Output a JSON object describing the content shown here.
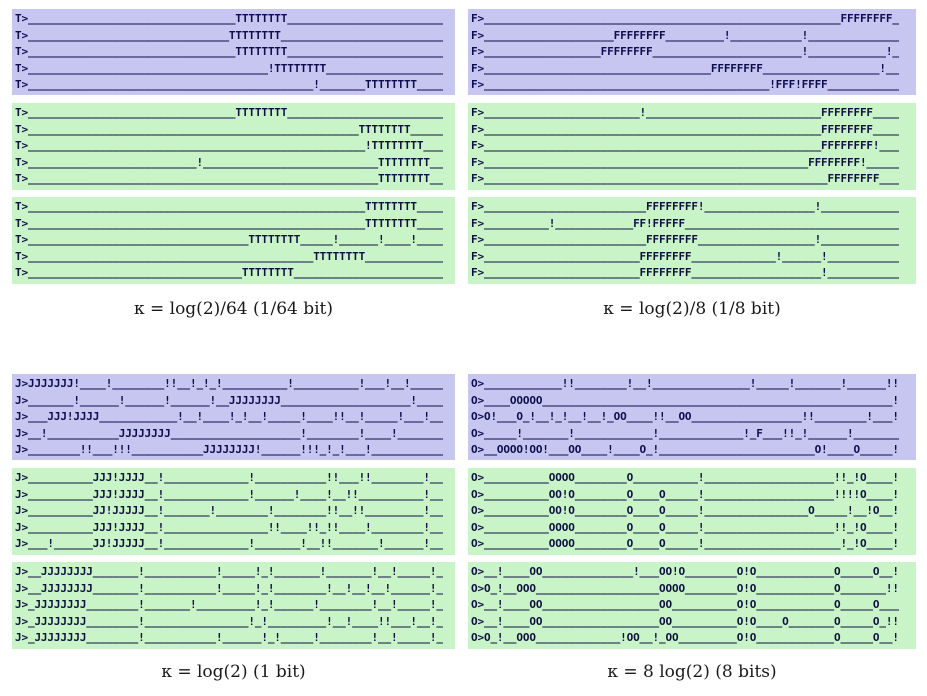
{
  "colors": {
    "purple_block_bg": "#c6c6f1",
    "green_block_bg": "#c8f4c8",
    "text": "#0d0d4e",
    "page_bg": "#ffffff"
  },
  "panels": [
    {
      "caption": "κ = log(2)/64 (1/64 bit)",
      "blocks": [
        {
          "tint": "purple",
          "lines": [
            "T>________________________________TTTTTTTT________________________",
            "T>_______________________________TTTTTTTT_________________________",
            "T>________________________________TTTTTTTT________________________",
            "T>_____________________________________!TTTTTTTT__________________",
            "T>____________________________________________!_______TTTTTTTT____"
          ]
        },
        {
          "tint": "green",
          "lines": [
            "T>________________________________TTTTTTTT________________________",
            "T>___________________________________________________TTTTTTTT_____",
            "T>____________________________________________________!TTTTTTTT___",
            "T>__________________________!___________________________TTTTTTTT__",
            "T>______________________________________________________TTTTTTTT__"
          ]
        },
        {
          "tint": "green",
          "lines": [
            "T>____________________________________________________TTTTTTTT____",
            "T>____________________________________________________TTTTTTTT____",
            "T>__________________________________TTTTTTTT_____!______!____!____",
            "T>____________________________________________TTTTTTTT____________",
            "T>_________________________________TTTTTTTT_______________________"
          ]
        }
      ]
    },
    {
      "caption": "κ = log(2)/8 (1/8 bit)",
      "blocks": [
        {
          "tint": "purple",
          "lines": [
            "F>_______________________________________________________FFFFFFFF_",
            "F>____________________FFFFFFFF_________!___________!______________",
            "F>__________________FFFFFFFF_______________________!____________!_",
            "F>___________________________________FFFFFFFF__________________!__",
            "F>____________________________________________!FFF!FFFF___________"
          ]
        },
        {
          "tint": "green",
          "lines": [
            "F>________________________!___________________________FFFFFFFF____",
            "F>____________________________________________________FFFFFFFF____",
            "F>____________________________________________________FFFFFFFF!___",
            "F>__________________________________________________FFFFFFFF!_____",
            "F>_____________________________________________________FFFFFFFF___"
          ]
        },
        {
          "tint": "green",
          "lines": [
            "F>_________________________FFFFFFFF!_________________!____________",
            "F>__________!____________FF!FFFFF_________________________________",
            "F>_________________________FFFFFFFF__________________!____________",
            "F>________________________FFFFFFFF_____________!______!___________",
            "F>________________________FFFFFFFF____________________!___________"
          ]
        }
      ]
    },
    {
      "caption": "κ = log(2) (1 bit)",
      "blocks": [
        {
          "tint": "purple",
          "lines": [
            "J>JJJJJJJ!____!________!!__!_!_!__________!__________!___!__!_____",
            "J>_______!______!______!______!__JJJJJJJJ____________________!____",
            "J>___JJJ!JJJJ____________!__!____!_!__!_____!____!!__!_____!___!__",
            "J>__!___________JJJJJJJJ____________________!________!____!_______",
            "J>________!!___!!!___________JJJJJJJJ!______!!!_!_!___!___________"
          ]
        },
        {
          "tint": "green",
          "lines": [
            "J>__________JJJ!JJJJ__!_____________!___________!!___!!________!__",
            "J>__________JJJ!JJJJ__!_____________!______!____!__!!__________!__",
            "J>__________JJ!JJJJJ__!_______!________!________!!__!!_________!__",
            "J>__________JJJ!JJJJ__!________________!!____!!_!!____!________!__",
            "J>___!______JJ!JJJJJ__!_____________!_______!__!!_______!______!__"
          ]
        },
        {
          "tint": "green",
          "lines": [
            "J>__JJJJJJJJ_______!___________!_____!_!_______!_______!__!_____!_",
            "J>__JJJJJJJJ_______!___________!_____!_!________!__!__!__!______!_",
            "J>_JJJJJJJJ________!_______!_________!_!______!________!__!_____!_",
            "J>_JJJJJJJJ________!________________!_!_________!__!____!!___!__!_",
            "J>_JJJJJJJJ________!___________!______!_!_____!________!__!_____!_"
          ]
        }
      ]
    },
    {
      "caption": "κ = 8 log(2) (8 bits)",
      "blocks": [
        {
          "tint": "purple",
          "lines": [
            "O>____________!!________!__!_______________!_____!_______!______!!",
            "O>____OOOOO______________________________________________________!",
            "O>O!___O_!__!_!__!__!_OO____!!__OO_________________!!________!___!",
            "O>_____!_______!____________!_____________!_F___!!_!______!_______",
            "O>__OOOO!OO!___OO____!____O_!________________________O!____O_____!"
          ]
        },
        {
          "tint": "green",
          "lines": [
            "O>__________OOOO________O__________!____________________!!_!O____!",
            "O>__________OO!O________O____O_____!____________________!!!!O____!",
            "O>__________OO!O________O____O_____!________________O_____!__!O__!",
            "O>__________OOOO________O____O_____!____________________!!_!O____!",
            "O>__________OOOO________O____O_____!_____________________!_!O____!"
          ]
        },
        {
          "tint": "green",
          "lines": [
            "O>__!____OO______________!___OO!O________O!O____________O_____O__!",
            "O>O_!__OOO___________________OOOO________O!O____________O_______!!",
            "O>__!____OO__________________OO__________O!O____________O_____O___",
            "O>__!____OO__________________OO__________O!O____O_______O_____O_!!",
            "O>O_!__OOO_____________!OO__!_OO_________O!O____________O_____O__!"
          ]
        }
      ]
    }
  ]
}
